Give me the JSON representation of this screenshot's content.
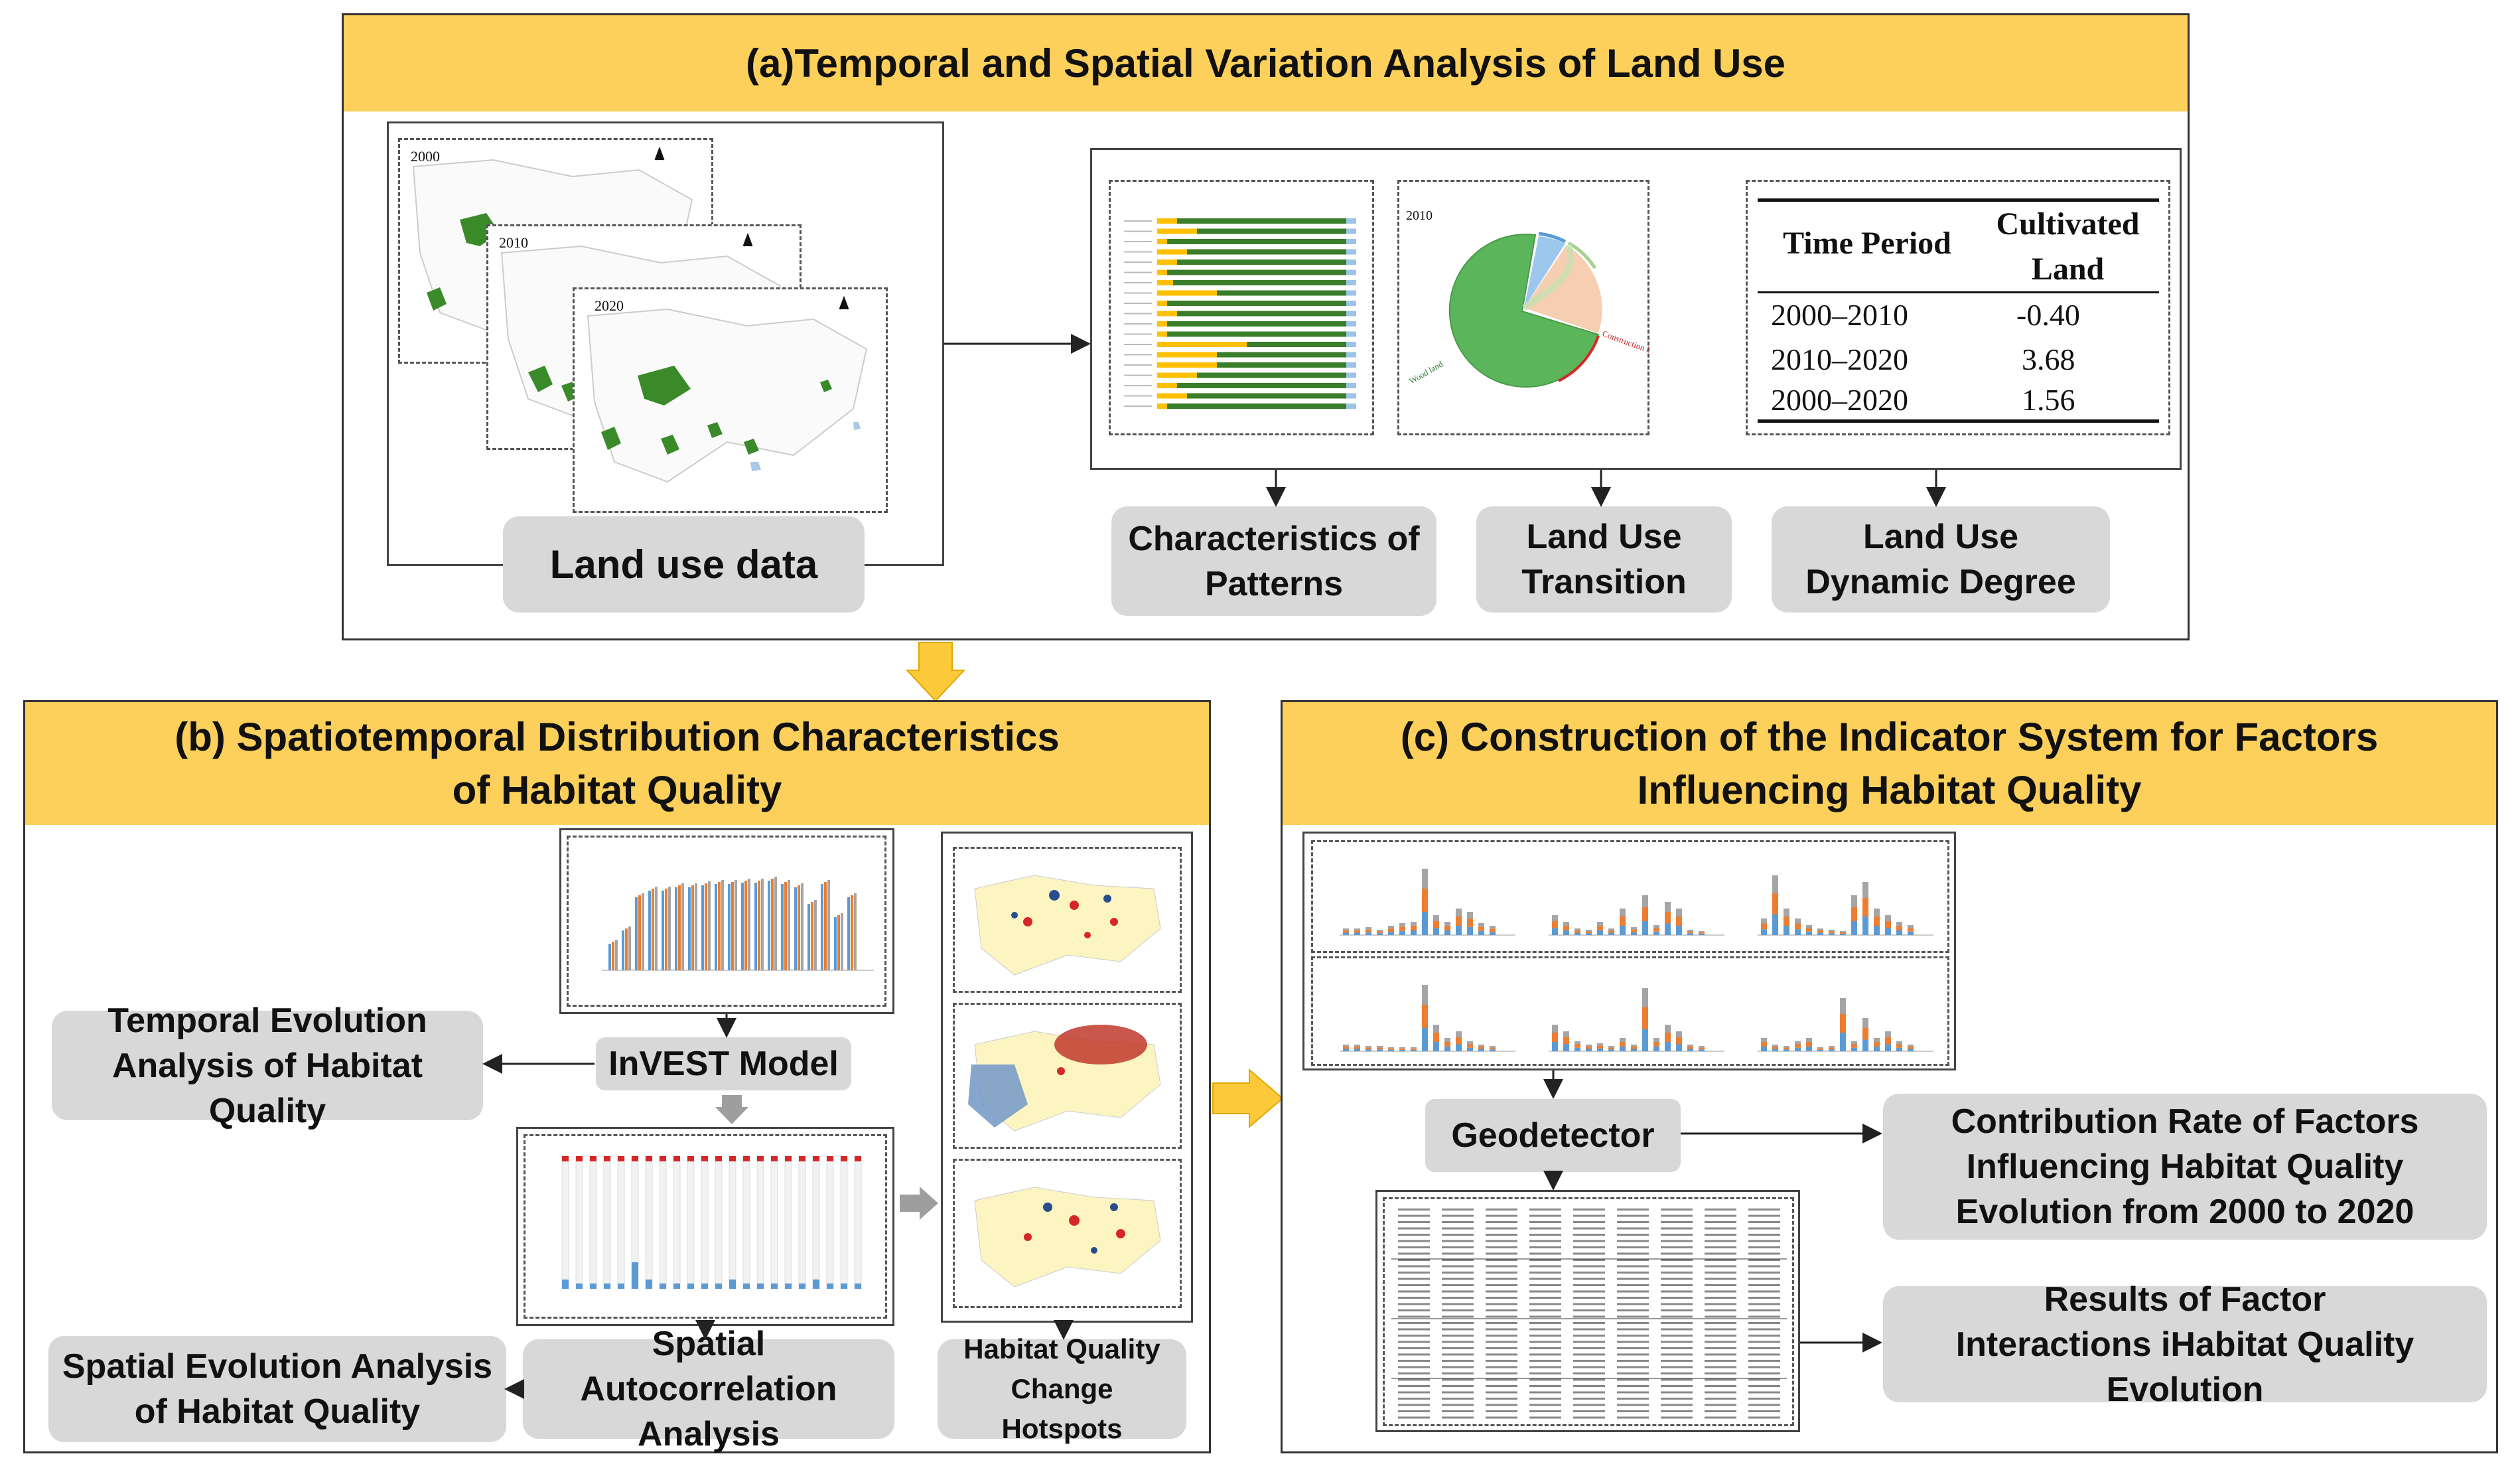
{
  "panel_a": {
    "title": "(a)Temporal and Spatial Variation Analysis of Land Use",
    "maps": [
      {
        "year": "2000"
      },
      {
        "year": "2010"
      },
      {
        "year": "2020"
      }
    ],
    "land_use_data_label": "Land use data",
    "pie_year": "2010",
    "pie_labels": [
      "Wood land",
      "Construction land"
    ],
    "table": {
      "headers": [
        "Time Period",
        "Cultivated Land"
      ],
      "rows": [
        {
          "period": "2000–2010",
          "value": "-0.40"
        },
        {
          "period": "2010–2020",
          "value": "3.68"
        },
        {
          "period": "2000–2020",
          "value": "1.56"
        }
      ]
    },
    "outputs": [
      "Characteristics of Patterns",
      "Land Use Transition",
      "Land Use  Dynamic Degree"
    ]
  },
  "panel_b": {
    "title_line1": "(b) Spatiotemporal Distribution Characteristics",
    "title_line2": "of Habitat Quality",
    "invest_label": "InVEST Model",
    "temporal_label": "Temporal Evolution Analysis of Habitat Quality",
    "spatial_evolution_label": "Spatial Evolution Analysis of Habitat Quality",
    "autocorr_label": "Spatial Autocorrelation Analysis",
    "hotspots_label": "Habitat Quality Change Hotspots"
  },
  "panel_c": {
    "title_line1": "(c) Construction of the Indicator System for Factors",
    "title_line2": "Influencing Habitat Quality",
    "geodetector_label": "Geodetector",
    "contribution_label": "Contribution Rate of Factors Influencing Habitat Quality Evolution from 2000 to 2020",
    "interaction_label": "Results of Factor Interactions iHabitat Quality Evolution"
  },
  "colors": {
    "header": "#fcd05b",
    "box": "#d8d8d8",
    "green": "#3a8a2a",
    "pie_green": "#5bb65b",
    "blue": "#5b9bd5",
    "orange": "#ed7d31",
    "gray": "#a5a5a5",
    "yellow": "#ffd966",
    "red": "#d62728"
  }
}
